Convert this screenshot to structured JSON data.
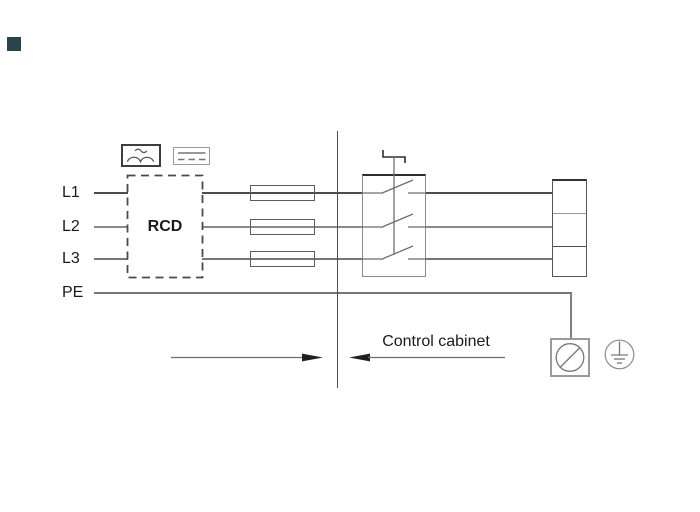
{
  "conductors": [
    {
      "id": "L1",
      "label": "L1"
    },
    {
      "id": "L2",
      "label": "L2"
    },
    {
      "id": "L3",
      "label": "L3"
    },
    {
      "id": "PE",
      "label": "PE"
    }
  ],
  "rcd": {
    "label": "RCD",
    "type_symbols": [
      "pulsating-dc-wave-icon",
      "smooth-dc-line-icon"
    ]
  },
  "annotations": {
    "control_cabinet": "Control cabinet"
  },
  "icons": {
    "corner_marker": "corner-marker-square",
    "pulsating_dc": "pulsating-dc-wave-icon",
    "smooth_dc": "smooth-dc-line-icon",
    "fuse": "fuse-icon",
    "contactor": "three-pole-contactor-icon",
    "terminal_block": "terminal-block-icon",
    "screw_terminal": "screw-terminal-icon",
    "protective_earth": "protective-earth-icon",
    "arrow_right": "arrow-right-icon",
    "arrow_left": "arrow-left-icon"
  },
  "colors": {
    "background": "#ffffff",
    "text": "#1a1a1a",
    "wire_dark": "#4d4d4d",
    "wire_medium": "#757575",
    "wire_light": "#8a8a8a",
    "border_light": "#9a9a9a",
    "border_dark": "#2e2e2e",
    "arrowhead": "#1f1f1f",
    "corner_marker": "#2b434b"
  }
}
